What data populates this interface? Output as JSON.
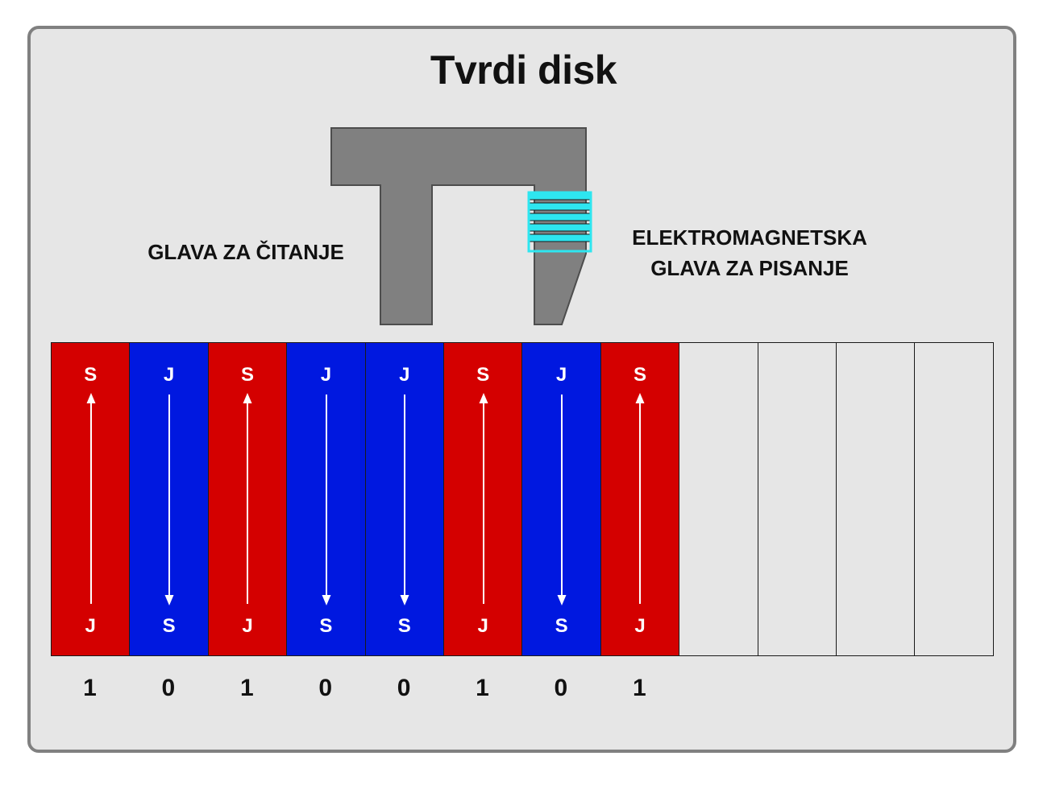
{
  "title": "Tvrdi disk",
  "labels": {
    "read_head": "GLAVA ZA ČITANJE",
    "write_head_line1": "ELEKTROMAGNETSKA",
    "write_head_line2": "GLAVA ZA PISANJE"
  },
  "colors": {
    "background": "#e6e6e6",
    "frame": "#808080",
    "head": "#808080",
    "coil": "#2ee6f0",
    "red_domain": "#d40000",
    "blue_domain": "#0018e0",
    "empty_domain": "#e6e6e6",
    "arrow": "#ffffff"
  },
  "domains": [
    {
      "top": "S",
      "bottom": "J",
      "color": "red",
      "direction": "up",
      "bit": "1"
    },
    {
      "top": "J",
      "bottom": "S",
      "color": "blue",
      "direction": "down",
      "bit": "0"
    },
    {
      "top": "S",
      "bottom": "J",
      "color": "red",
      "direction": "up",
      "bit": "1"
    },
    {
      "top": "J",
      "bottom": "S",
      "color": "blue",
      "direction": "down",
      "bit": "0"
    },
    {
      "top": "J",
      "bottom": "S",
      "color": "blue",
      "direction": "down",
      "bit": "0"
    },
    {
      "top": "S",
      "bottom": "J",
      "color": "red",
      "direction": "up",
      "bit": "1"
    },
    {
      "top": "J",
      "bottom": "S",
      "color": "blue",
      "direction": "down",
      "bit": "0"
    },
    {
      "top": "S",
      "bottom": "J",
      "color": "red",
      "direction": "up",
      "bit": "1"
    },
    {
      "top": "",
      "bottom": "",
      "color": "empty",
      "direction": "none",
      "bit": ""
    },
    {
      "top": "",
      "bottom": "",
      "color": "empty",
      "direction": "none",
      "bit": ""
    },
    {
      "top": "",
      "bottom": "",
      "color": "empty",
      "direction": "none",
      "bit": ""
    },
    {
      "top": "",
      "bottom": "",
      "color": "empty",
      "direction": "none",
      "bit": ""
    }
  ]
}
